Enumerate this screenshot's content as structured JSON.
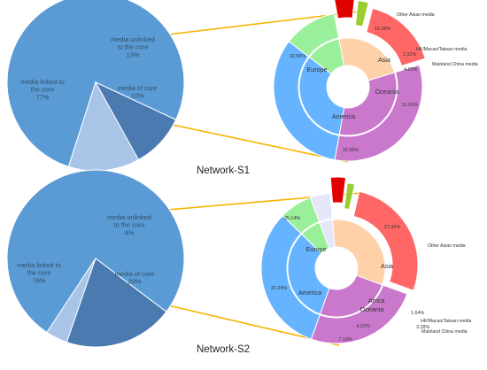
{
  "chart_data": [
    {
      "type": "pie",
      "title": "Network-S1",
      "left_pie": {
        "slices": [
          {
            "key": "linked",
            "label": "media linked to the core",
            "pct": "77%",
            "value": 77,
            "color": "#5b9bd5"
          },
          {
            "key": "unlinked",
            "label": "media unlinked to the core",
            "pct": "13%",
            "value": 13,
            "color": "#a8c4e6"
          },
          {
            "key": "core",
            "label": "media of core",
            "pct": "10%",
            "value": 10,
            "color": "#4a7ab0"
          }
        ]
      },
      "donut": {
        "inner": [
          {
            "key": "asia",
            "label": "Asia",
            "value": 23.25,
            "color": "#ffd1a8"
          },
          {
            "key": "oceania",
            "label": "Oceania",
            "value": 11.63,
            "color": "#9af09a"
          },
          {
            "key": "america",
            "label": "America",
            "value": 32.56,
            "color": "#66b3ff"
          },
          {
            "key": "europe",
            "label": "Europe",
            "value": 32.56,
            "color": "#c978cc"
          }
        ],
        "outer": [
          {
            "key": "other_asian",
            "label": "Other Asian media",
            "pct": "16.28%",
            "value": 16.28,
            "color": "#ff6666",
            "explode": 10
          },
          {
            "key": "hk",
            "label": "HK/Macao/Taiwan media",
            "pct": "2.32%",
            "value": 2.32,
            "color": "#9acd32",
            "explode": 14
          },
          {
            "key": "mainland",
            "label": "Mainland China media",
            "pct": "4.65%",
            "value": 4.65,
            "color": "#e00000",
            "explode": 22
          },
          {
            "key": "oceania",
            "label": "",
            "pct": "11.63%",
            "value": 11.63,
            "color": "#9af09a",
            "explode": 0
          },
          {
            "key": "america",
            "label": "",
            "pct": "32.56%",
            "value": 32.56,
            "color": "#66b3ff",
            "explode": 0
          },
          {
            "key": "europe",
            "label": "",
            "pct": "32.56%",
            "value": 32.56,
            "color": "#c978cc",
            "explode": 0
          }
        ]
      }
    },
    {
      "type": "pie",
      "title": "Network-S2",
      "left_pie": {
        "slices": [
          {
            "key": "linked",
            "label": "media linked to the core",
            "pct": "76%",
            "value": 76,
            "color": "#5b9bd5"
          },
          {
            "key": "unlinked",
            "label": "media unlinked to the core",
            "pct": "4%",
            "value": 4,
            "color": "#a8c4e6"
          },
          {
            "key": "core",
            "label": "media of core",
            "pct": "20%",
            "value": 20,
            "color": "#4a7ab0"
          }
        ]
      },
      "donut": {
        "inner": [
          {
            "key": "asia",
            "label": "Asia",
            "value": 32.24,
            "color": "#ffd1a8"
          },
          {
            "key": "africa",
            "label": "Africa",
            "value": 4.37,
            "color": "#e6e6fa"
          },
          {
            "key": "oceania",
            "label": "Oceania",
            "value": 7.1,
            "color": "#9af09a"
          },
          {
            "key": "america",
            "label": "America",
            "value": 32.24,
            "color": "#66b3ff"
          },
          {
            "key": "europe",
            "label": "Europe",
            "value": 25.14,
            "color": "#c978cc"
          }
        ],
        "outer": [
          {
            "key": "other_asian",
            "label": "Other Asian media",
            "pct": "27.32%",
            "value": 27.32,
            "color": "#ff6666",
            "explode": 8
          },
          {
            "key": "hk",
            "label": "HK/Macao/Taiwan media",
            "pct": "1.64%",
            "value": 1.64,
            "color": "#9acd32",
            "explode": 12
          },
          {
            "key": "mainland",
            "label": "Mainland China media",
            "pct": "3.28%",
            "value": 3.28,
            "color": "#e00000",
            "explode": 18
          },
          {
            "key": "africa",
            "label": "",
            "pct": "4.37%",
            "value": 4.37,
            "color": "#e6e6fa",
            "explode": 0
          },
          {
            "key": "oceania",
            "label": "",
            "pct": "7.10%",
            "value": 7.1,
            "color": "#9af09a",
            "explode": 0
          },
          {
            "key": "america",
            "label": "",
            "pct": "32.24%",
            "value": 32.24,
            "color": "#66b3ff",
            "explode": 0
          },
          {
            "key": "europe",
            "label": "",
            "pct": "25.14%",
            "value": 25.14,
            "color": "#c978cc",
            "explode": 0
          }
        ]
      }
    }
  ]
}
